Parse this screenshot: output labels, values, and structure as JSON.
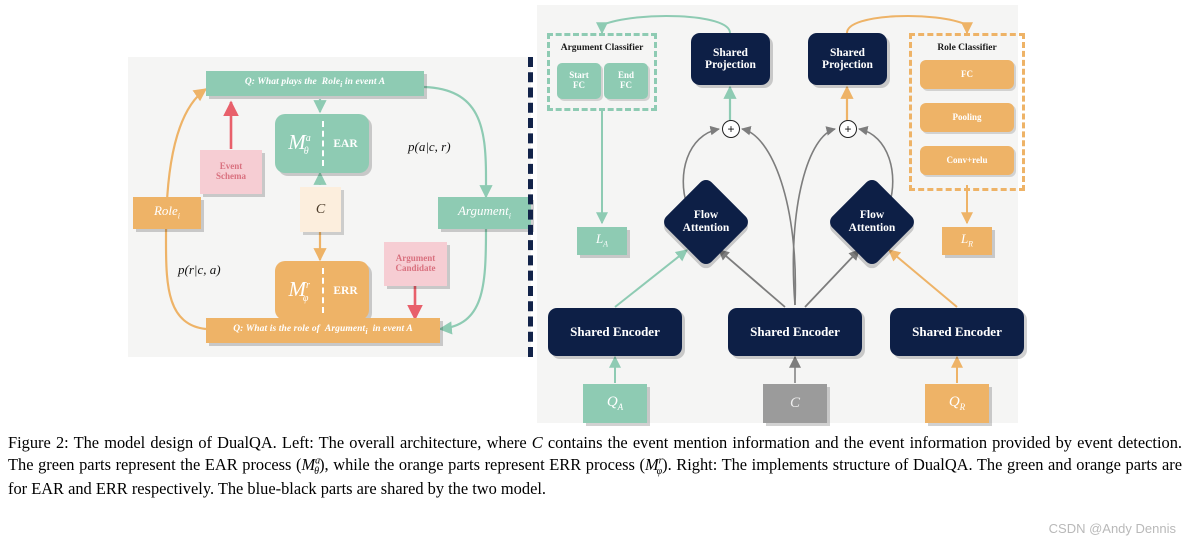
{
  "figure": {
    "caption": "Figure 2: The model design of DualQA. Left: The overall architecture, where C contains the event mention information and the event information provided by event detection. The green parts represent the EAR process (Maθ), while the orange parts represent ERR process (Mrφ). Right: The implements structure of DualQA. The green and orange parts are for EAR and ERR respectively. The blue-black parts are shared by the two model.",
    "caption_parts": {
      "p1": "Figure 2: The model design of DualQA. Left: The overall architecture, where ",
      "c_sym": "C",
      "p2": " contains the event mention information and the event information provided by event detection. The green parts represent the EAR process (",
      "m_a": "M",
      "m_a_sup": "a",
      "m_a_sub": "θ",
      "p3": "), while the orange parts represent ERR process (",
      "m_r": "M",
      "m_r_sup": "r",
      "m_r_sub": "φ",
      "p4": "). Right: The implements structure of DualQA. The green and orange parts are for EAR and ERR respectively. The blue-black parts are shared by the two model."
    },
    "watermark": "CSDN @Andy Dennis"
  },
  "colors": {
    "green": "#8ecbb3",
    "orange": "#eeb367",
    "pink": "#f6cdd3",
    "pink_text": "#d9717f",
    "cream": "#fceedd",
    "navy": "#0d1f46",
    "grey": "#9b9b9b",
    "panel_bg": "#f5f5f4",
    "wire_grey": "#7d7d7d",
    "red_arrow": "#e8606b"
  },
  "left_panel": {
    "name": "overall-architecture",
    "question_top": {
      "prefix": "Q: What plays the",
      "var": "Role",
      "var_sub": "i",
      "suffix": "in event A"
    },
    "question_bottom": {
      "prefix": "Q: What is the role of",
      "var": "Argument",
      "var_sub": "i",
      "suffix": "in event A"
    },
    "event_schema": {
      "line1": "Event",
      "line2": "Schema"
    },
    "argument_candidate": {
      "line1": "Argument",
      "line2": "Candidate"
    },
    "ear_model": {
      "symbol": "M",
      "sup": "a",
      "sub": "θ",
      "label": "EAR"
    },
    "err_model": {
      "symbol": "M",
      "sup": "r",
      "sub": "φ",
      "label": "ERR"
    },
    "context_box": "C",
    "role_box": {
      "text": "Role",
      "sub": "i"
    },
    "argument_box": {
      "text": "Argument",
      "sub": "i"
    },
    "prob_right": "p(a|c, r)",
    "prob_left": "p(r|c, a)"
  },
  "right_panel": {
    "name": "implementation-structure",
    "argument_classifier": {
      "title": "Argument Classifier",
      "sub_blocks": [
        {
          "line1": "Start",
          "line2": "FC"
        },
        {
          "line1": "End",
          "line2": "FC"
        }
      ]
    },
    "role_classifier": {
      "title": "Role Classifier",
      "sub_blocks": [
        "FC",
        "Pooling",
        "Conv+relu"
      ]
    },
    "loss_a": {
      "text": "L",
      "sub": "A"
    },
    "loss_r": {
      "text": "L",
      "sub": "R"
    },
    "shared_projection_left": {
      "line1": "Shared",
      "line2": "Projection"
    },
    "shared_projection_right": {
      "line1": "Shared",
      "line2": "Projection"
    },
    "flow_attention_left": {
      "line1": "Flow",
      "line2": "Attention"
    },
    "flow_attention_right": {
      "line1": "Flow",
      "line2": "Attention"
    },
    "encoders": [
      {
        "label": "Shared Encoder"
      },
      {
        "label": "Shared Encoder"
      },
      {
        "label": "Shared Encoder"
      }
    ],
    "inputs": [
      {
        "text": "Q",
        "sub": "A",
        "color": "green"
      },
      {
        "text": "C",
        "sub": "",
        "color": "grey"
      },
      {
        "text": "Q",
        "sub": "R",
        "color": "orange"
      }
    ],
    "plus_symbol": "+"
  }
}
